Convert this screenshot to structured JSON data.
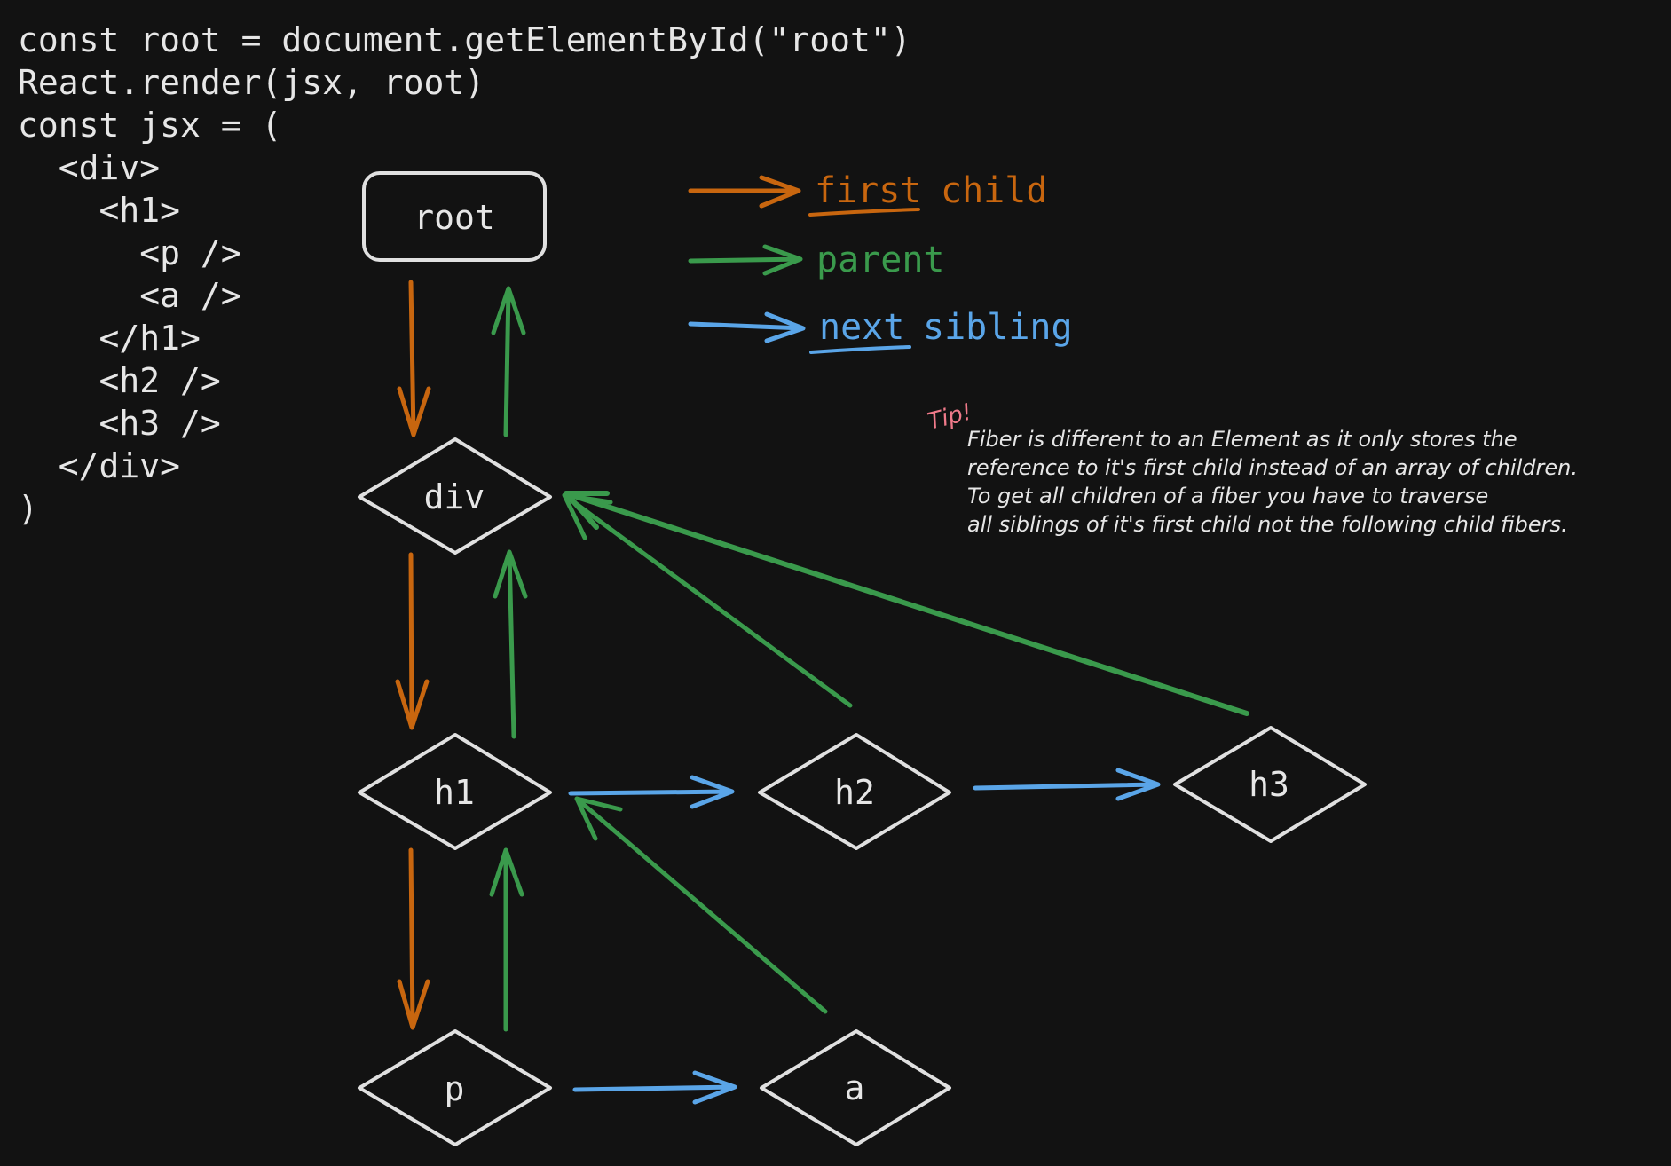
{
  "code": {
    "lines": [
      "const root = document.getElementById(\"root\")",
      "React.render(jsx, root)",
      "const jsx = (",
      "  <div>",
      "    <h1>",
      "      <p />",
      "      <a />",
      "    </h1>",
      "    <h2 />",
      "    <h3 />",
      "  </div>",
      ")"
    ]
  },
  "legend": {
    "items": [
      {
        "kind": "child",
        "word1": "first",
        "word2": "child",
        "color": "#c8660f"
      },
      {
        "kind": "parent",
        "word1": "parent",
        "word2": "",
        "color": "#3a9a4c"
      },
      {
        "kind": "sibling",
        "word1": "next",
        "word2": "sibling",
        "color": "#5aa5e8"
      }
    ]
  },
  "tip": {
    "title": "Tip!",
    "title_color": "#f07a8a",
    "lines": [
      "Fiber is different to an Element as it only stores the",
      "reference to it's first child instead of an array of children.",
      "To get all children of a fiber you have to traverse",
      "all siblings of it's first child not the following child fibers."
    ]
  },
  "nodes": [
    {
      "id": "root",
      "label": "root",
      "shape": "rect"
    },
    {
      "id": "div",
      "label": "div",
      "shape": "diamond"
    },
    {
      "id": "h1",
      "label": "h1",
      "shape": "diamond"
    },
    {
      "id": "h2",
      "label": "h2",
      "shape": "diamond"
    },
    {
      "id": "h3",
      "label": "h3",
      "shape": "diamond"
    },
    {
      "id": "p",
      "label": "p",
      "shape": "diamond"
    },
    {
      "id": "a",
      "label": "a",
      "shape": "diamond"
    }
  ],
  "edges": [
    {
      "from": "root",
      "to": "div",
      "kind": "child"
    },
    {
      "from": "div",
      "to": "root",
      "kind": "parent"
    },
    {
      "from": "div",
      "to": "h1",
      "kind": "child"
    },
    {
      "from": "h1",
      "to": "div",
      "kind": "parent"
    },
    {
      "from": "h2",
      "to": "div",
      "kind": "parent"
    },
    {
      "from": "h3",
      "to": "div",
      "kind": "parent"
    },
    {
      "from": "h1",
      "to": "h2",
      "kind": "sibling"
    },
    {
      "from": "h2",
      "to": "h3",
      "kind": "sibling"
    },
    {
      "from": "h1",
      "to": "p",
      "kind": "child"
    },
    {
      "from": "p",
      "to": "h1",
      "kind": "parent"
    },
    {
      "from": "a",
      "to": "h1",
      "kind": "parent"
    },
    {
      "from": "p",
      "to": "a",
      "kind": "sibling"
    }
  ]
}
